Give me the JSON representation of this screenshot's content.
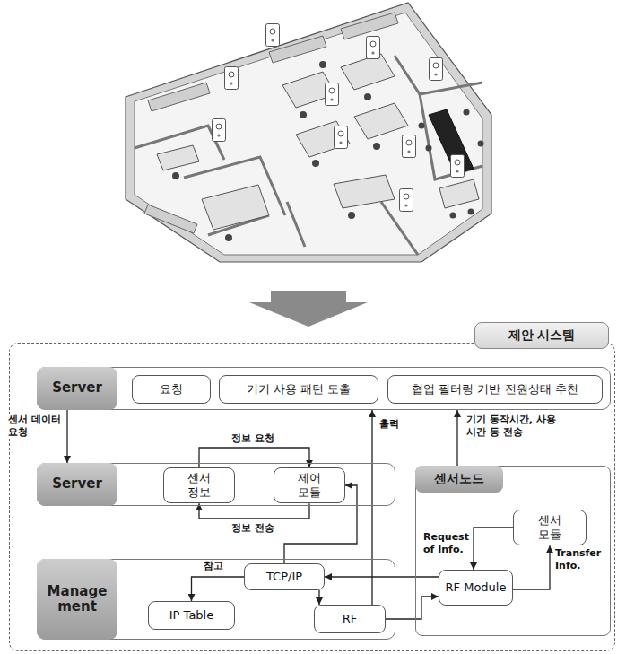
{
  "diagram": {
    "nodes": [
      {
        "text": [
          "제안 시스템"
        ]
      },
      {
        "text": [
          "Server"
        ],
        "in": 0
      },
      {
        "text": [
          "요청"
        ],
        "in": 1
      },
      {
        "text": [
          "기기 사용 패턴 도출"
        ],
        "in": 1
      },
      {
        "text": [
          "협업 필터링 기반 전원상태 추천"
        ],
        "in": 1
      },
      {
        "text": [
          "Server"
        ],
        "in": 0
      },
      {
        "text": [
          "센서 정보"
        ],
        "in": 5
      },
      {
        "text": [
          "제어 모듈"
        ],
        "in": 5
      },
      {
        "text": [
          "센서노드"
        ],
        "in": 0
      },
      {
        "text": [
          "센서 모듈"
        ],
        "in": 8
      },
      {
        "text": [
          "RF Module"
        ],
        "in": 8
      },
      {
        "text": [
          "Manage ment"
        ],
        "in": 0
      },
      {
        "text": [
          "TCP/IP"
        ],
        "in": 11
      },
      {
        "text": [
          "IP Table"
        ],
        "in": 11
      },
      {
        "text": [
          "RF"
        ],
        "in": 11
      }
    ],
    "edges": [
      {
        "from": 1,
        "to": 5,
        "arrow": "to",
        "label": "센서 데이터 요청"
      },
      {
        "from": 6,
        "to": 7,
        "arrow": "to",
        "label": "정보 요청"
      },
      {
        "from": 7,
        "to": 6,
        "arrow": "to",
        "label": "정보 전송"
      },
      {
        "from": 12,
        "to": 7,
        "arrow": "to"
      },
      {
        "from": 14,
        "to": 1,
        "arrow": "to",
        "label": "출력"
      },
      {
        "from": 12,
        "to": 13,
        "arrow": "to",
        "label": "참고"
      },
      {
        "from": 12,
        "to": 14,
        "arrow": "to"
      },
      {
        "from": 10,
        "to": 12,
        "arrow": "to"
      },
      {
        "from": 14,
        "to": 10,
        "arrow": "to"
      },
      {
        "from": 8,
        "to": 1,
        "arrow": "to",
        "label": "기기 동작시간, 사용시간 등 전송"
      },
      {
        "from": 9,
        "to": 10,
        "arrow": "to",
        "label": "Request of Info."
      },
      {
        "from": 10,
        "to": 9,
        "arrow": "to",
        "label": "Transfer Info."
      }
    ]
  }
}
